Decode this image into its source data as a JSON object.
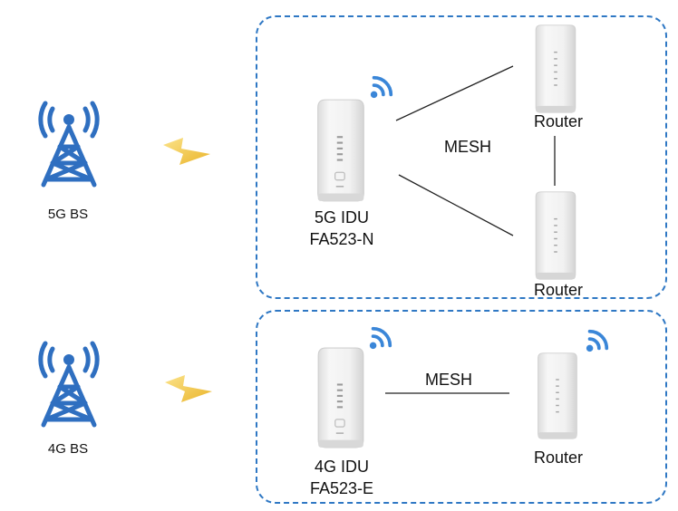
{
  "base_stations": [
    {
      "label": "5G BS"
    },
    {
      "label": "4G BS"
    }
  ],
  "groups": [
    {
      "idu": {
        "line1": "5G IDU",
        "line2": "FA523-N"
      },
      "mesh_label": "MESH",
      "routers": [
        {
          "label": "Router"
        },
        {
          "label": "Router"
        }
      ]
    },
    {
      "idu": {
        "line1": "4G IDU",
        "line2": "FA523-E"
      },
      "mesh_label": "MESH",
      "routers": [
        {
          "label": "Router"
        }
      ]
    }
  ],
  "colors": {
    "tower": "#2f6fc0",
    "wifi": "#3a86d8",
    "group_border": "#2f78c4",
    "lightning": "#f0c23a",
    "device_body": "#f2f2f2",
    "link_line": "#222222"
  },
  "icons": [
    "cell-tower-icon",
    "lightning-icon",
    "wifi-icon",
    "router-device-icon"
  ]
}
